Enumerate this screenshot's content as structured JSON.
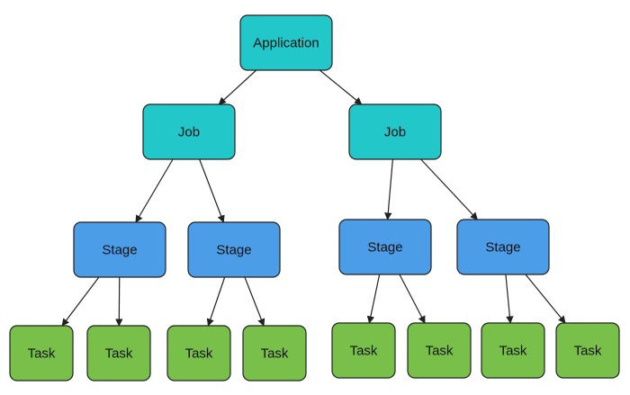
{
  "diagram": {
    "colors": {
      "application": "#22c7c9",
      "job": "#22c7c9",
      "stage": "#4c9de8",
      "task": "#79c04a",
      "border": "#222222",
      "edge": "#222222"
    },
    "nodes": {
      "application": {
        "label": "Application"
      },
      "job_left": {
        "label": "Job"
      },
      "job_right": {
        "label": "Job"
      },
      "stage_1": {
        "label": "Stage"
      },
      "stage_2": {
        "label": "Stage"
      },
      "stage_3": {
        "label": "Stage"
      },
      "stage_4": {
        "label": "Stage"
      },
      "task_1": {
        "label": "Task"
      },
      "task_2": {
        "label": "Task"
      },
      "task_3": {
        "label": "Task"
      },
      "task_4": {
        "label": "Task"
      },
      "task_5": {
        "label": "Task"
      },
      "task_6": {
        "label": "Task"
      },
      "task_7": {
        "label": "Task"
      },
      "task_8": {
        "label": "Task"
      }
    },
    "edges": [
      [
        "application",
        "job_left"
      ],
      [
        "application",
        "job_right"
      ],
      [
        "job_left",
        "stage_1"
      ],
      [
        "job_left",
        "stage_2"
      ],
      [
        "job_right",
        "stage_3"
      ],
      [
        "job_right",
        "stage_4"
      ],
      [
        "stage_1",
        "task_1"
      ],
      [
        "stage_1",
        "task_2"
      ],
      [
        "stage_2",
        "task_3"
      ],
      [
        "stage_2",
        "task_4"
      ],
      [
        "stage_3",
        "task_5"
      ],
      [
        "stage_3",
        "task_6"
      ],
      [
        "stage_4",
        "task_7"
      ],
      [
        "stage_4",
        "task_8"
      ]
    ]
  }
}
